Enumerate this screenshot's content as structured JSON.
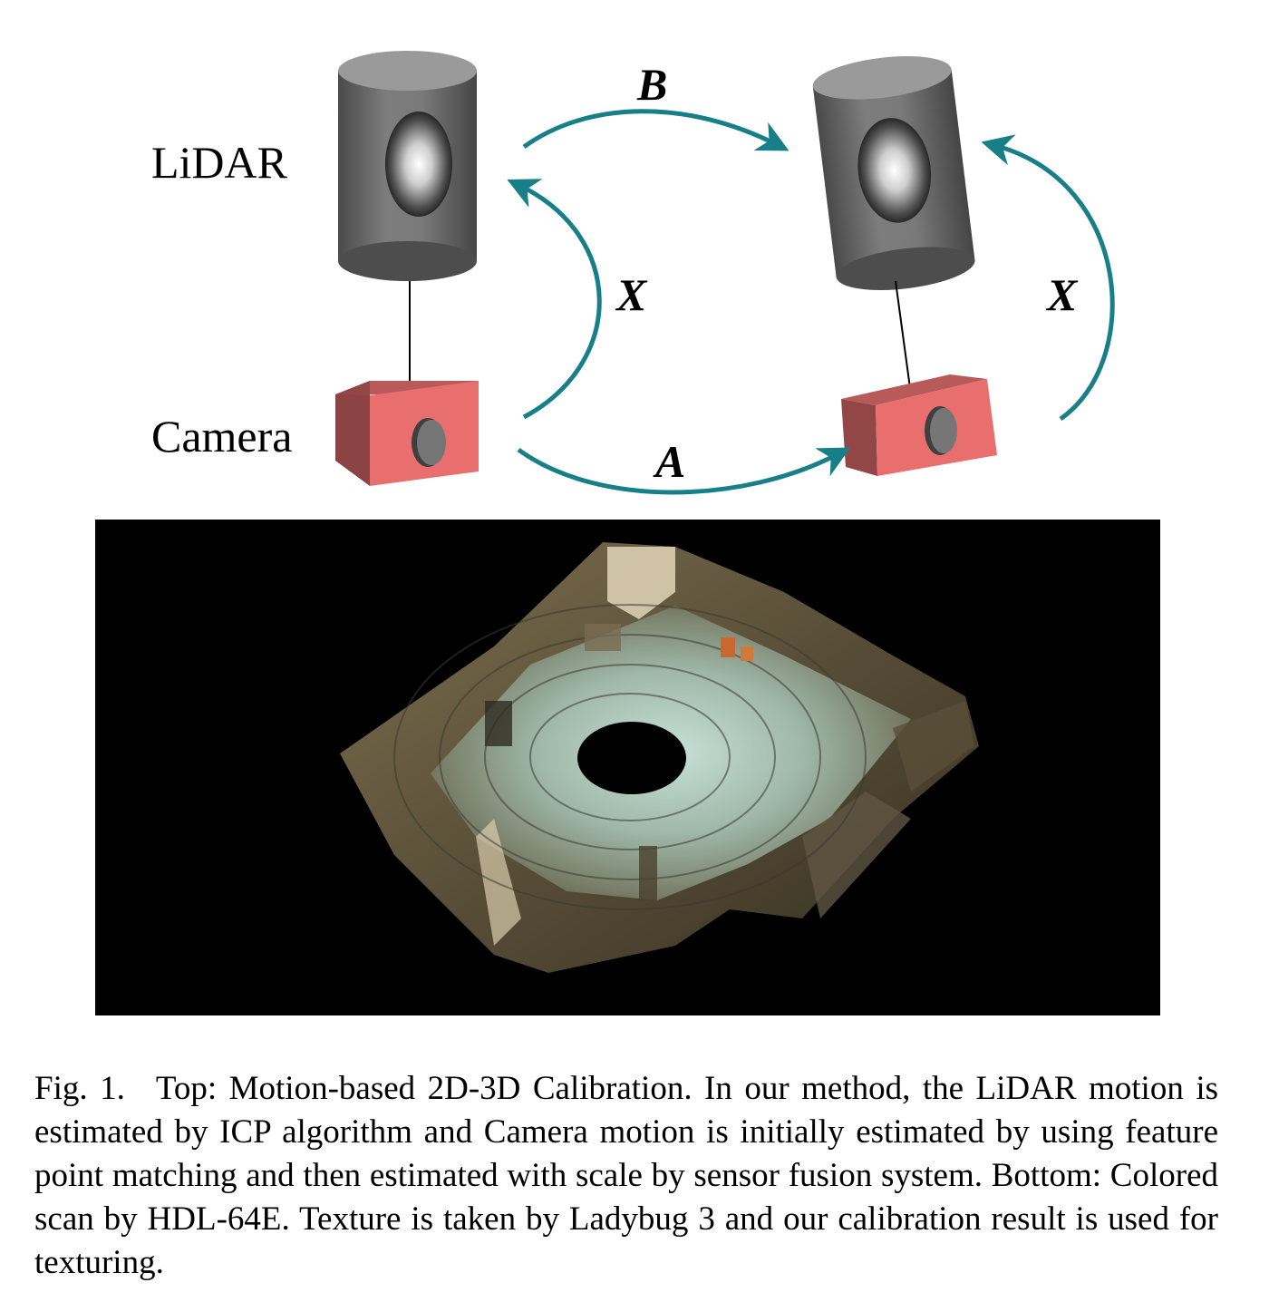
{
  "figure": {
    "labels": {
      "lidar": "LiDAR",
      "camera": "Camera",
      "motion_b": "B",
      "motion_a": "A",
      "extrinsic_left": "X",
      "extrinsic_right": "X"
    },
    "colors": {
      "arrow": "#177f88",
      "lidar_body": "#6f6f6f",
      "lidar_top": "#9a9a9a",
      "camera_front": "#e86f6e",
      "camera_side": "#934646",
      "camera_top": "#b85a59",
      "lens": "#6a6a6a"
    }
  },
  "caption": {
    "label": "Fig. 1.",
    "text": "Top: Motion-based 2D-3D Calibration. In our method, the LiDAR motion is estimated by ICP algorithm and Camera motion is initially estimated by using feature point matching and then estimated with scale by sensor fusion system. Bottom: Colored scan by HDL-64E. Texture is taken by Ladybug 3 and our calibration result is used for texturing."
  }
}
